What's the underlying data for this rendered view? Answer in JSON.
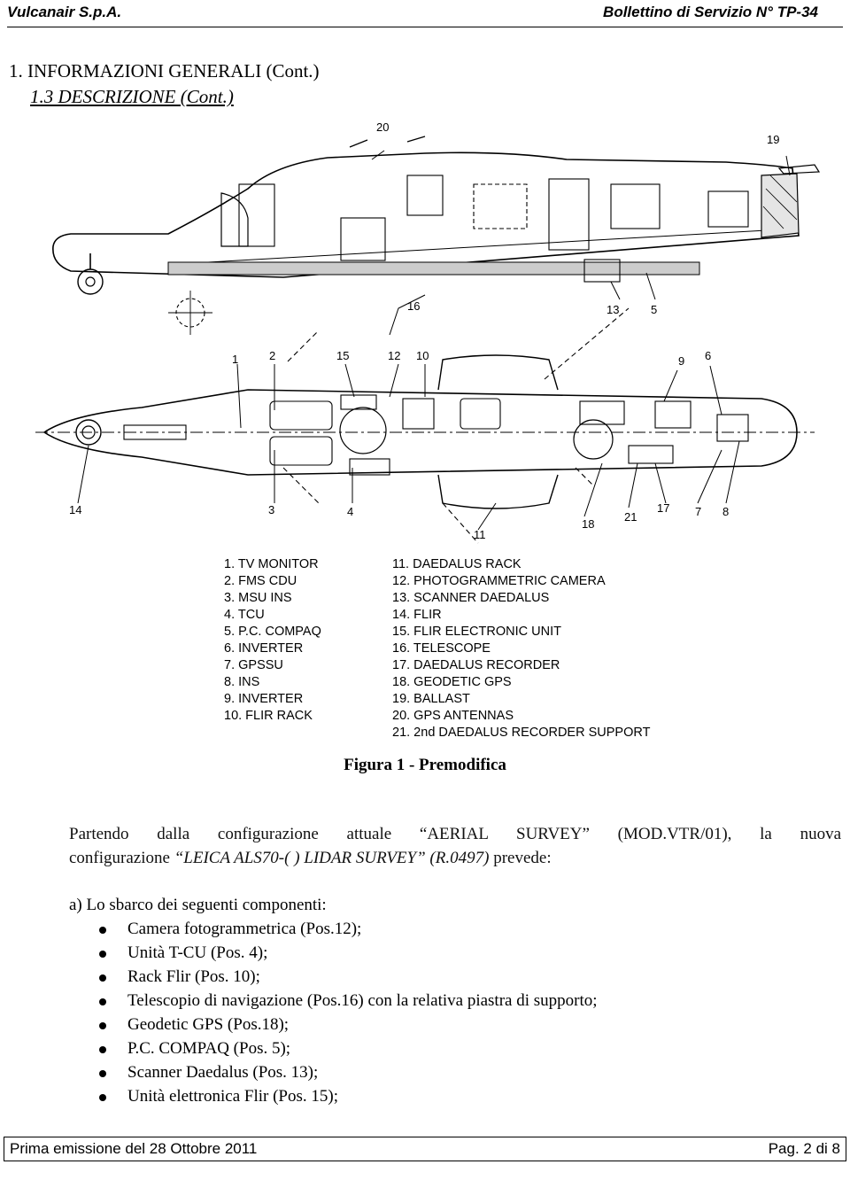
{
  "header": {
    "company": "Vulcanair S.p.A.",
    "bulletin": "Bollettino di Servizio N° TP-34"
  },
  "section": {
    "title": "1. INFORMAZIONI GENERALI (Cont.)",
    "subtitle": "1.3  DESCRIZIONE (Cont.)"
  },
  "drawing": {
    "callouts": [
      "20",
      "19",
      "16",
      "13",
      "5",
      "1",
      "2",
      "15",
      "12",
      "10",
      "9",
      "6",
      "14",
      "3",
      "4",
      "11",
      "18",
      "21",
      "17",
      "7",
      "8"
    ]
  },
  "legend": {
    "left": [
      "1. TV MONITOR",
      "2. FMS CDU",
      "3. MSU INS",
      "4. TCU",
      "5. P.C. COMPAQ",
      "6. INVERTER",
      "7. GPSSU",
      "8. INS",
      "9. INVERTER",
      "10. FLIR RACK"
    ],
    "right": [
      "11. DAEDALUS RACK",
      "12. PHOTOGRAMMETRIC CAMERA",
      "13. SCANNER DAEDALUS",
      "14. FLIR",
      "15. FLIR ELECTRONIC UNIT",
      "16. TELESCOPE",
      "17. DAEDALUS RECORDER",
      "18. GEODETIC GPS",
      "19. BALLAST",
      "20. GPS ANTENNAS",
      "21. 2nd DAEDALUS RECORDER SUPPORT"
    ]
  },
  "caption": "Figura 1 - Premodifica",
  "body": {
    "p1_a": "Partendo dalla configurazione attuale",
    "p1_b": "“AERIAL SURVEY”",
    "p1_c": "(MOD.VTR/01), la nuova",
    "p2_a": "configurazione",
    "p2_b": "“LEICA ALS70-( ) LIDAR SURVEY” (R.0497)",
    "p2_c": "prevede:",
    "item_a": "a)   Lo sbarco dei seguenti componenti:",
    "bullets": [
      "Camera fotogrammetrica (Pos.12);",
      "Unità T-CU (Pos. 4);",
      "Rack Flir (Pos. 10);",
      "Telescopio di navigazione (Pos.16) con la relativa piastra di supporto;",
      "Geodetic GPS (Pos.18);",
      "P.C. COMPAQ (Pos. 5);",
      "Scanner Daedalus (Pos. 13);",
      "Unità elettronica Flir (Pos. 15);"
    ]
  },
  "footer": {
    "left": "Prima emissione del 28 Ottobre 2011",
    "right": "Pag. 2 di 8"
  }
}
